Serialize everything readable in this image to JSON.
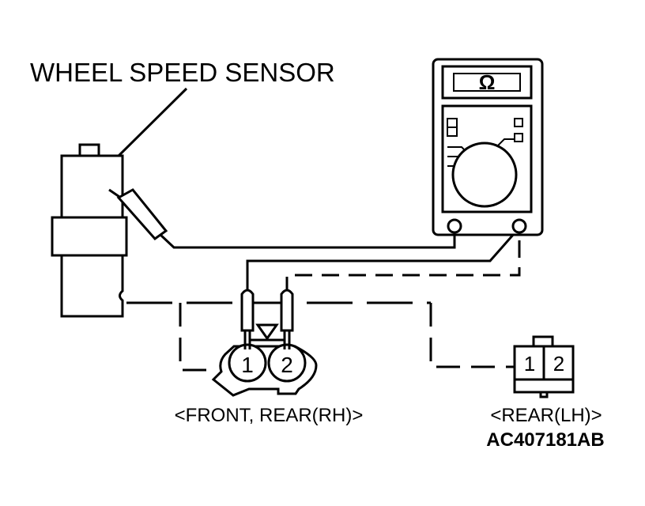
{
  "labels": {
    "sensor": "WHEEL SPEED SENSOR",
    "front_rear_rh": "<FRONT, REAR(RH)>",
    "rear_lh": "<REAR(LH)>",
    "figure_id": "AC407181AB"
  },
  "meter": {
    "display_symbol": "Ω"
  },
  "connector_front": {
    "pin1": "1",
    "pin2": "2"
  },
  "connector_rear": {
    "pin1": "1",
    "pin2": "2"
  }
}
